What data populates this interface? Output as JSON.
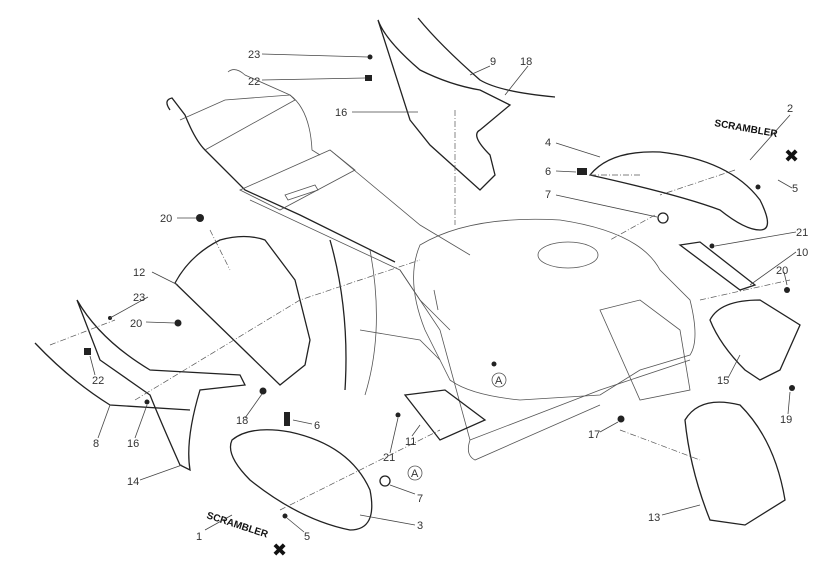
{
  "title": "Exploded parts diagram - frame, tank covers and side panels",
  "decals": {
    "left": "SCRAMBLER",
    "right": "SCRAMBLER"
  },
  "reference_marker": "A",
  "callouts": {
    "c23a": "23",
    "c22a": "22",
    "c16a": "16",
    "c9": "9",
    "c18a": "18",
    "c2": "2",
    "c4": "4",
    "c6a": "6",
    "c5a": "5",
    "c7a": "7",
    "c20a": "20",
    "c21a": "21",
    "c10": "10",
    "c12": "12",
    "c20b": "20",
    "c23b": "23",
    "c20c": "20",
    "c22b": "22",
    "c15": "15",
    "c18b": "18",
    "c6b": "6",
    "c8": "8",
    "c16b": "16",
    "c11": "11",
    "c21b": "21",
    "c17": "17",
    "c19": "19",
    "c7b": "7",
    "c14": "14",
    "c1": "1",
    "c5b": "5",
    "c3": "3",
    "c13": "13"
  }
}
